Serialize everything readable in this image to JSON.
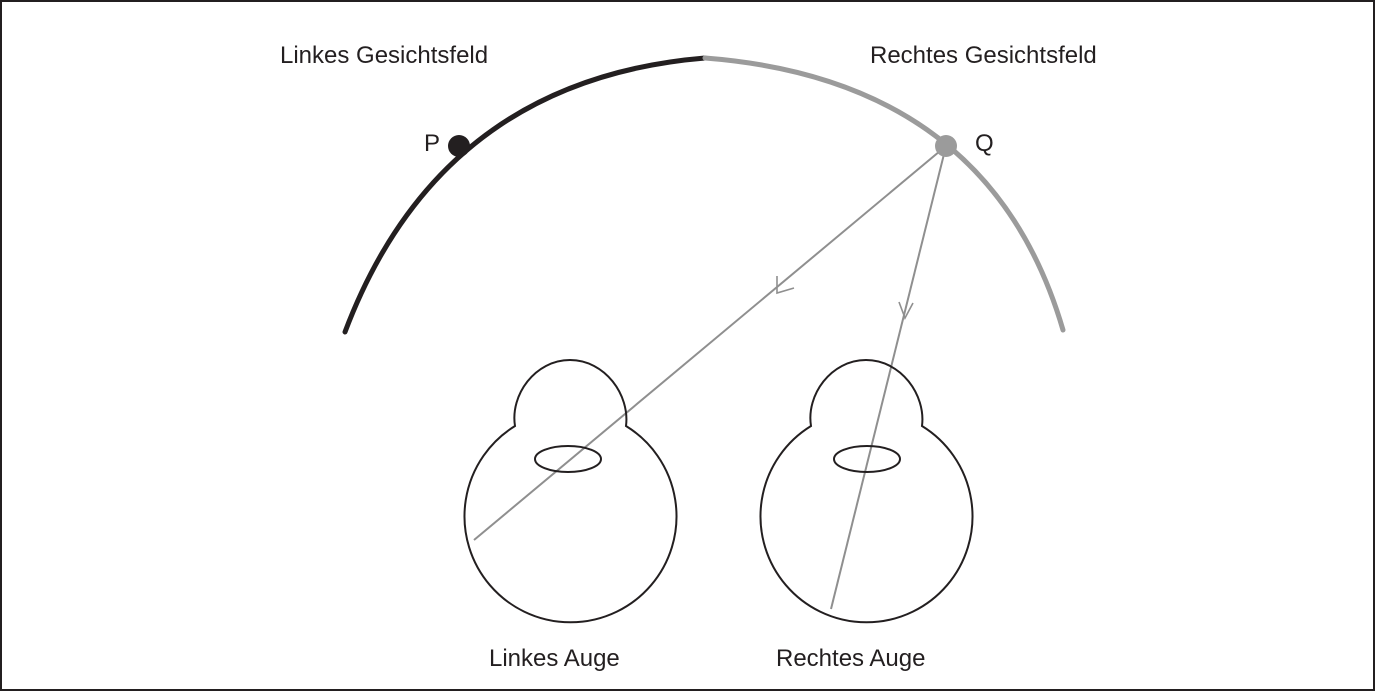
{
  "labels": {
    "left_field": "Linkes Gesichtsfeld",
    "right_field": "Rechtes Gesichtsfeld",
    "point_p": "P",
    "point_q": "Q",
    "left_eye": "Linkes Auge",
    "right_eye": "Rechtes Auge"
  },
  "colors": {
    "left_field": "#231f20",
    "right_field": "#9b9b9b",
    "ray": "#8f8f8f",
    "eye_outline": "#231f20",
    "frame": "#231f20",
    "background": "#ffffff"
  }
}
